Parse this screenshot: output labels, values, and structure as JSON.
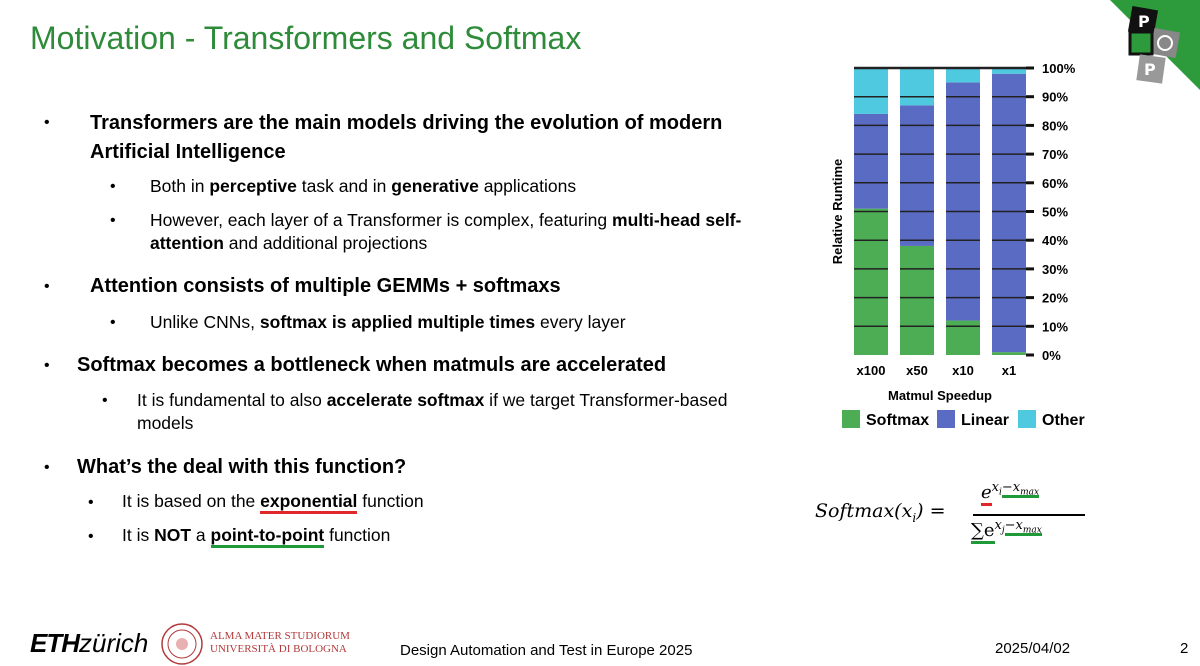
{
  "title": "Motivation - Transformers and Softmax",
  "bullets": {
    "b1_line1": "Transformers are the main models driving the evolution of modern",
    "b1_line2": "Artificial Intelligence",
    "b1_s1_pre": "Both in ",
    "b1_s1_bold1": "perceptive",
    "b1_s1_mid": " task and in ",
    "b1_s1_bold2": "generative",
    "b1_s1_post": " applications",
    "b1_s2_pre": "However, each layer of a Transformer is complex, featuring ",
    "b1_s2_bold": "multi-head self-",
    "b1_s2_bold2": "attention",
    "b1_s2_post": " and additional projections",
    "b2": "Attention consists of multiple GEMMs + softmaxs",
    "b2_s1_pre": "Unlike CNNs, ",
    "b2_s1_bold": "softmax is applied multiple times",
    "b2_s1_post": " every layer",
    "b3": "Softmax becomes a bottleneck when matmuls are accelerated",
    "b3_s1_pre": "It is fundamental to also ",
    "b3_s1_bold": "accelerate softmax",
    "b3_s1_post": " if we target Transformer-based",
    "b3_s1_line2": "models",
    "b4": "What’s the deal with this function?",
    "b4_s1_pre": "It is based on the ",
    "b4_s1_bold": "exponential",
    "b4_s1_post": " function",
    "b4_s2_pre": "It is ",
    "b4_s2_bold1": "NOT",
    "b4_s2_mid": " a ",
    "b4_s2_bold2": "point-to-point",
    "b4_s2_post": " function"
  },
  "formula": {
    "lhs": "Softmax(x",
    "lhs_sub": "i",
    "lhs_close": ") =",
    "num_base": "e",
    "num_exp": "x",
    "num_exp_sub": "i",
    "num_exp_rest": "−x",
    "num_exp_rest_sub": "max",
    "den_sum": "∑e",
    "den_exp": "x",
    "den_exp_sub": "j",
    "den_exp_rest": "−x",
    "den_exp_rest_sub": "max"
  },
  "footer": {
    "eth_bold": "ETH",
    "eth_italic": "zürich",
    "unibo_line1": "ALMA MATER STUDIORUM",
    "unibo_line2": "UNIVERSITÀ DI BOLOGNA",
    "conference": "Design Automation and Test in Europe 2025",
    "date": "2025/04/02",
    "page": "2"
  },
  "colors": {
    "title": "#2e8b3a",
    "softmax": "#4cad55",
    "linear": "#5a6bc4",
    "other": "#4ec9df"
  },
  "chart_data": {
    "type": "bar",
    "stacked": true,
    "categories": [
      "x100",
      "x50",
      "x10",
      "x1"
    ],
    "series": [
      {
        "name": "Softmax",
        "values": [
          51,
          38,
          12,
          1
        ]
      },
      {
        "name": "Linear",
        "values": [
          33,
          49,
          83,
          97
        ]
      },
      {
        "name": "Other",
        "values": [
          16,
          13,
          5,
          2
        ]
      }
    ],
    "xlabel": "Matmul Speedup",
    "ylabel": "Relative Runtime",
    "ylim": [
      0,
      100
    ],
    "yticks": [
      "0%",
      "10%",
      "20%",
      "30%",
      "40%",
      "50%",
      "60%",
      "70%",
      "80%",
      "90%",
      "100%"
    ],
    "legend_position": "bottom"
  }
}
